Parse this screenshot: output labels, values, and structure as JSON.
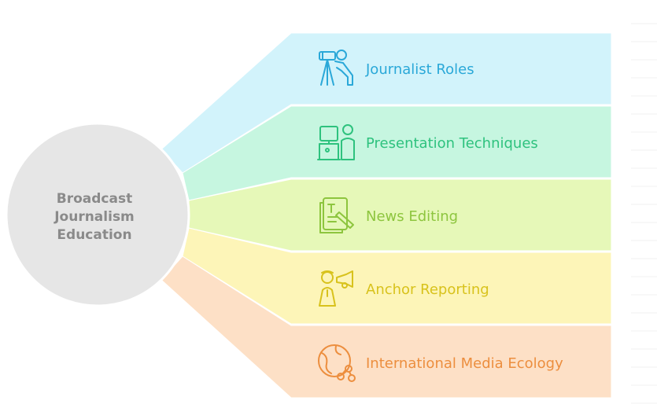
{
  "hub": {
    "label_lines": [
      "Broadcast",
      "Journalism",
      "Education"
    ]
  },
  "items": [
    {
      "label": "Journalist Roles",
      "icon": "camera-tripod-icon",
      "fill": "#d2f3fb",
      "accent": "#2aa8d8"
    },
    {
      "label": "Presentation Techniques",
      "icon": "presenter-icon",
      "fill": "#c6f6e0",
      "accent": "#2ec27e"
    },
    {
      "label": "News Editing",
      "icon": "document-edit-icon",
      "fill": "#e6f8b8",
      "accent": "#8dc53e"
    },
    {
      "label": "Anchor Reporting",
      "icon": "reporter-megaphone-icon",
      "fill": "#fdf5b8",
      "accent": "#d8c21c"
    },
    {
      "label": "International Media Ecology",
      "icon": "globe-network-icon",
      "fill": "#fde0c6",
      "accent": "#ec8e3e"
    }
  ]
}
